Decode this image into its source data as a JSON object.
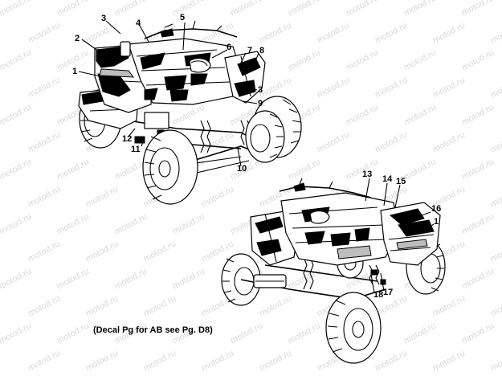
{
  "watermark": "motod.ru",
  "note": "(Decal Pg for AB see Pg. D8)",
  "callouts": [
    "1",
    "2",
    "3",
    "4",
    "5",
    "6",
    "7",
    "8",
    "3",
    "9",
    "10",
    "11",
    "12",
    "13",
    "14",
    "15",
    "16",
    "1",
    "17",
    "18"
  ]
}
